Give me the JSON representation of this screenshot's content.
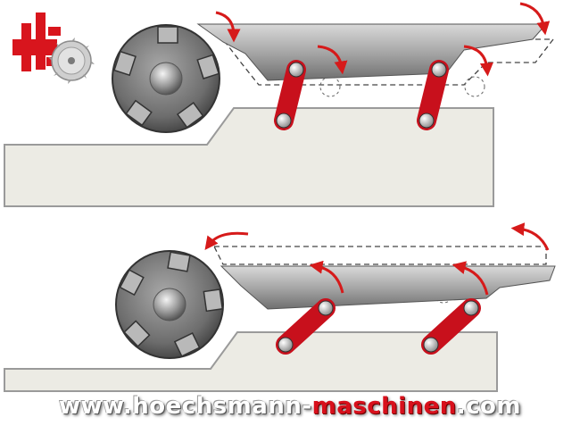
{
  "footer": {
    "url_prefix": "www.hoechsmann-",
    "url_accent": "maschinen",
    "url_suffix": ".com"
  },
  "colors": {
    "accent_red": "#d8151d",
    "table_fill": "#ecebe4",
    "table_stroke": "#9a9a9a",
    "arrow_red": "#d61a1a"
  },
  "icons": [
    "logo-icon",
    "saw-blade-icon",
    "cutter-head-icon",
    "rotation-arrow-icon",
    "link-arm-icon"
  ]
}
